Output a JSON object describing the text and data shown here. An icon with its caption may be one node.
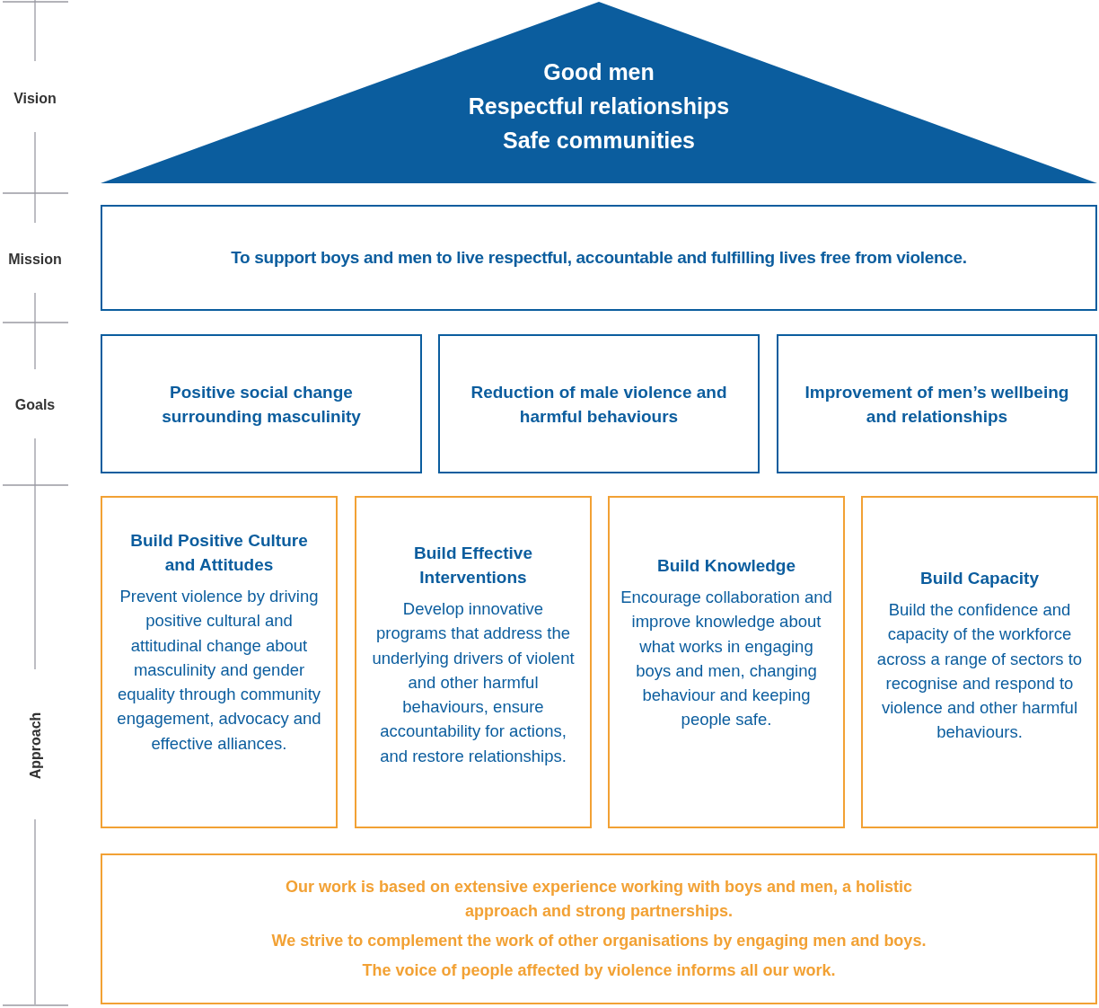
{
  "diagram": {
    "nodes": [
      {
        "text": [
          "Good men",
          "Respectful relationships",
          "Safe communities"
        ]
      },
      {
        "text": [
          "To support boys and men to live respectful, accountable and fulfilling lives free from violence."
        ]
      },
      {
        "text": [
          "Positive social change surrounding masculinity"
        ]
      },
      {
        "text": [
          "Reduction of male violence and harmful behaviours"
        ]
      },
      {
        "text": [
          "Improvement of men’s wellbeing and relationships"
        ]
      },
      {
        "text": [
          "Build Positive Culture and Attitudes",
          "Prevent violence by driving positive cultural and attitudinal change about masculinity and gender equality through community engagement, advocacy and effective alliances."
        ]
      },
      {
        "text": [
          "Build Effective Interventions",
          "Develop innovative programs that address the underlying drivers of violent and other harmful behaviours, ensure accountability for actions, and restore relationships."
        ]
      },
      {
        "text": [
          "Build Knowledge",
          "Encourage collaboration and improve knowledge about what works in engaging boys and men, changing behaviour and keeping people safe."
        ]
      },
      {
        "text": [
          "Build Capacity",
          "Build the confidence and capacity of the workforce across a range of sectors to recognise and respond to violence and other harmful behaviours."
        ]
      },
      {
        "text": [
          "Our work is based on extensive experience working with boys and men, a holistic approach and strong partnerships.",
          "We strive to complement the work of other organisations by engaging men and boys.",
          "The voice of people affected by violence informs all our work."
        ]
      }
    ],
    "labels": [
      "Vision",
      "Mission",
      "Goals",
      "Approach"
    ]
  }
}
